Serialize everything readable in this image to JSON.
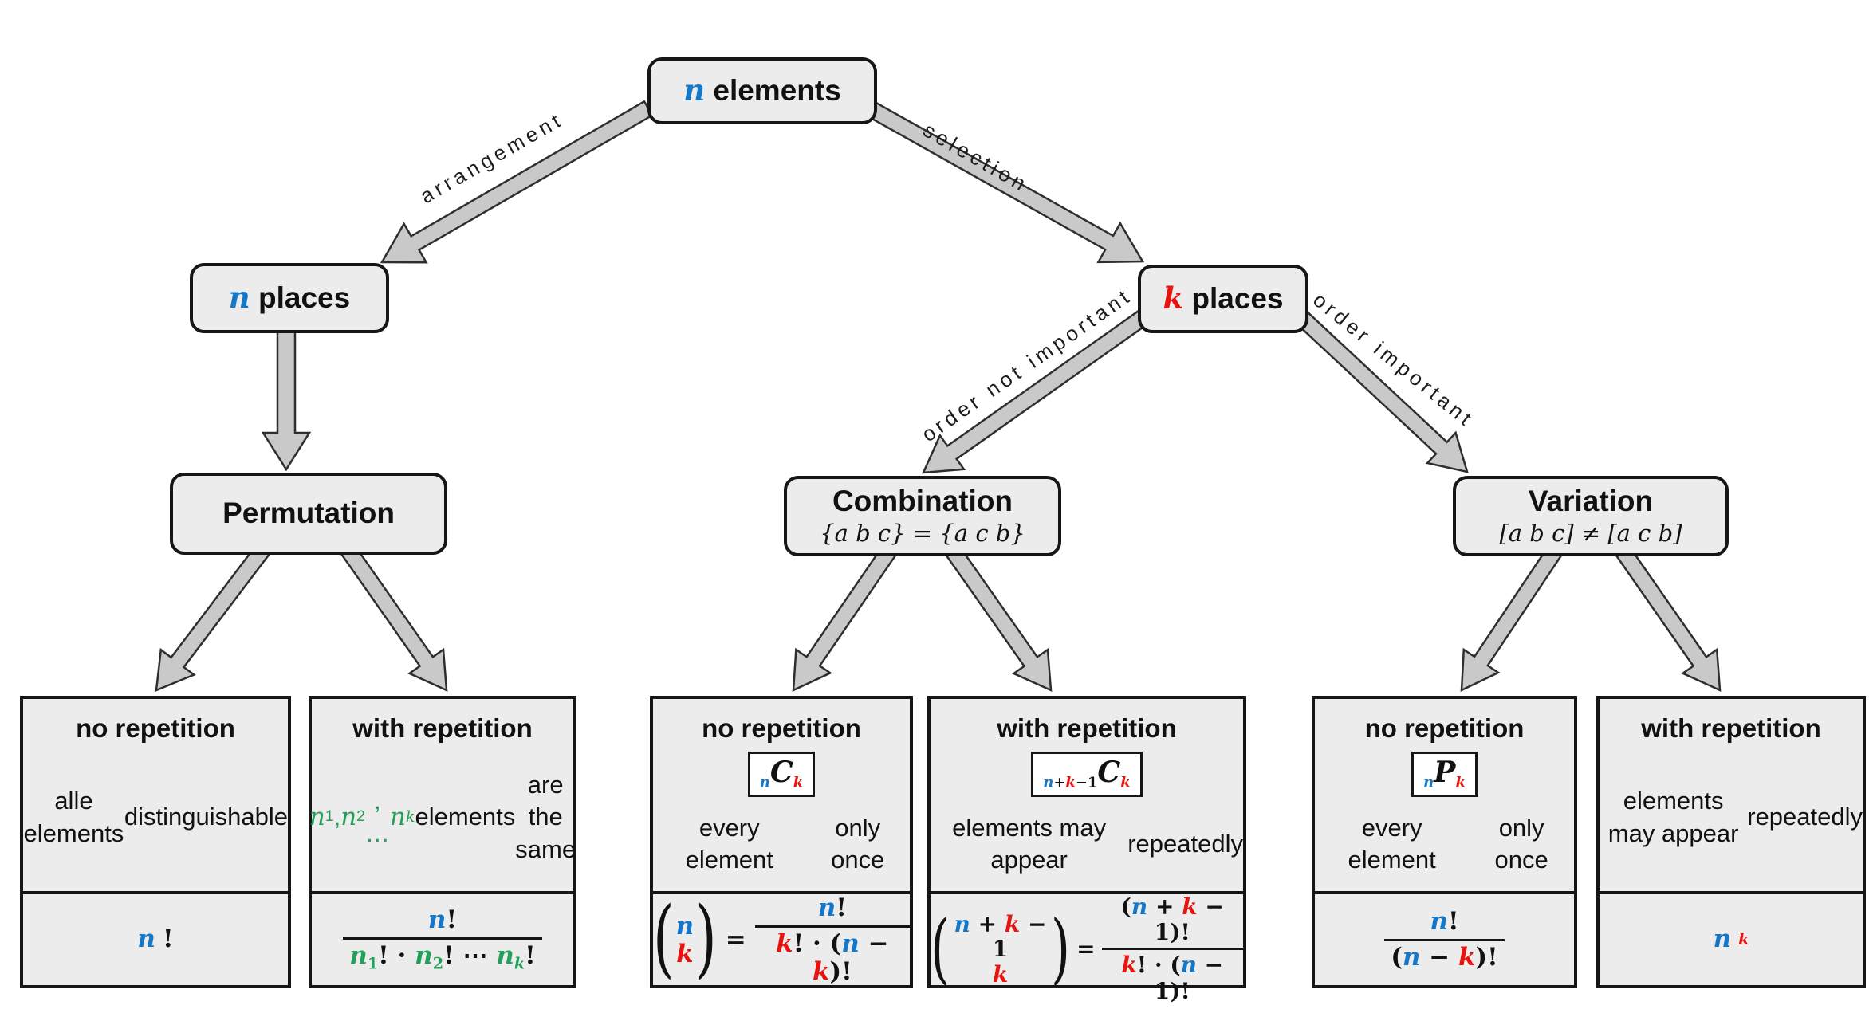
{
  "colors": {
    "blue": "#1577c8",
    "red": "#e8120f",
    "green": "#22a05a",
    "box_fill": "#ececec",
    "box_border": "#161616",
    "arrow_fill": "#c9c9c9",
    "arrow_outline": "#2e2e2e"
  },
  "glyphs": {
    "lp": "(",
    "rp": ")",
    "eq": "="
  },
  "nodes": {
    "root": {
      "title": [
        {
          "t": "n",
          "c": "blue",
          "it": true
        },
        {
          "t": " elements"
        }
      ]
    },
    "n_places": {
      "title": [
        {
          "t": "n",
          "c": "blue",
          "it": true
        },
        {
          "t": " places"
        }
      ]
    },
    "k_places": {
      "title": [
        {
          "t": "k",
          "c": "red",
          "it": true
        },
        {
          "t": " places"
        }
      ]
    },
    "permutation": {
      "title": [
        {
          "t": "Permutation"
        }
      ]
    },
    "combination": {
      "title": [
        {
          "t": "Combination"
        }
      ],
      "subtitle": "{a b c} = {a c b}"
    },
    "variation": {
      "title": [
        {
          "t": "Variation"
        }
      ],
      "subtitle": "[a b c] ≠ [a c b]"
    }
  },
  "edge_labels": {
    "arrangement": "arrangement",
    "selection": "selection",
    "order_not_important": "order not important",
    "order_important": "order important"
  },
  "leaves": [
    {
      "id": "permutation-no-repetition",
      "title": "no repetition",
      "desc": [
        {
          "t": "alle elements"
        },
        {
          "br": true
        },
        {
          "t": "distinguishable"
        }
      ],
      "formula": [
        {
          "t": "n",
          "c": "blue",
          "it": true
        },
        {
          "t": "!"
        }
      ]
    },
    {
      "id": "permutation-with-repetition",
      "title": "with repetition",
      "desc": [
        {
          "t": "n",
          "c": "green",
          "it": true
        },
        {
          "t": "1",
          "c": "green",
          "sub": true
        },
        {
          "t": ", ",
          "c": "green"
        },
        {
          "t": "n",
          "c": "green",
          "it": true
        },
        {
          "t": "2",
          "c": "green",
          "sub": true
        },
        {
          "t": ", … ",
          "c": "green"
        },
        {
          "t": "n",
          "c": "green",
          "it": true
        },
        {
          "t": "k",
          "c": "green",
          "sub": true,
          "it": true
        },
        {
          "t": " elements"
        },
        {
          "br": true
        },
        {
          "t": "are the same"
        }
      ],
      "frac": {
        "num": [
          {
            "t": "n",
            "c": "blue",
            "it": true
          },
          {
            "t": "!"
          }
        ],
        "den": [
          {
            "t": "n",
            "c": "green",
            "it": true
          },
          {
            "t": "1",
            "c": "green",
            "sub": true
          },
          {
            "t": "! · "
          },
          {
            "t": "n",
            "c": "green",
            "it": true
          },
          {
            "t": "2",
            "c": "green",
            "sub": true
          },
          {
            "t": "! ⋯ "
          },
          {
            "t": "n",
            "c": "green",
            "it": true
          },
          {
            "t": "k",
            "c": "green",
            "sub": true,
            "it": true
          },
          {
            "t": "!"
          }
        ]
      }
    },
    {
      "id": "combination-no-repetition",
      "title": "no repetition",
      "badge": [
        {
          "t": "n",
          "c": "blue",
          "sub": true,
          "it": true
        },
        {
          "t": "C",
          "it": true,
          "big": true
        },
        {
          "t": "k",
          "c": "red",
          "sub": true,
          "it": true
        }
      ],
      "desc": [
        {
          "t": "every element"
        },
        {
          "br": true
        },
        {
          "t": "only once"
        }
      ],
      "binom": {
        "top": [
          {
            "t": "n",
            "c": "blue",
            "it": true
          }
        ],
        "bot": [
          {
            "t": "k",
            "c": "red",
            "it": true
          }
        ]
      },
      "frac": {
        "num": [
          {
            "t": "n",
            "c": "blue",
            "it": true
          },
          {
            "t": "!"
          }
        ],
        "den": [
          {
            "t": "k",
            "c": "red",
            "it": true
          },
          {
            "t": "! · ("
          },
          {
            "t": "n",
            "c": "blue",
            "it": true
          },
          {
            "t": " − "
          },
          {
            "t": "k",
            "c": "red",
            "it": true
          },
          {
            "t": ")!"
          }
        ]
      }
    },
    {
      "id": "combination-with-repetition",
      "title": "with repetition",
      "badge": [
        {
          "t": "n",
          "c": "blue",
          "sub": true,
          "it": true
        },
        {
          "t": "+",
          "sub": true
        },
        {
          "t": "k",
          "c": "red",
          "sub": true,
          "it": true
        },
        {
          "t": "−1",
          "sub": true
        },
        {
          "t": "C",
          "it": true,
          "big": true
        },
        {
          "t": "k",
          "c": "red",
          "sub": true,
          "it": true
        }
      ],
      "desc": [
        {
          "t": "elements may appear"
        },
        {
          "br": true
        },
        {
          "t": "repeatedly"
        }
      ],
      "binom": {
        "top": [
          {
            "t": "n",
            "c": "blue",
            "it": true
          },
          {
            "t": " + "
          },
          {
            "t": "k",
            "c": "red",
            "it": true
          },
          {
            "t": " − 1"
          }
        ],
        "bot": [
          {
            "t": "k",
            "c": "red",
            "it": true
          }
        ]
      },
      "frac": {
        "num": [
          {
            "t": "("
          },
          {
            "t": "n",
            "c": "blue",
            "it": true
          },
          {
            "t": " + "
          },
          {
            "t": "k",
            "c": "red",
            "it": true
          },
          {
            "t": " − 1)!"
          }
        ],
        "den": [
          {
            "t": "k",
            "c": "red",
            "it": true
          },
          {
            "t": "! · ("
          },
          {
            "t": "n",
            "c": "blue",
            "it": true
          },
          {
            "t": " − 1)!"
          }
        ]
      }
    },
    {
      "id": "variation-no-repetition",
      "title": "no repetition",
      "badge": [
        {
          "t": "n",
          "c": "blue",
          "sub": true,
          "it": true
        },
        {
          "t": "P",
          "it": true,
          "big": true
        },
        {
          "t": "k",
          "c": "red",
          "sub": true,
          "it": true
        }
      ],
      "desc": [
        {
          "t": "every element"
        },
        {
          "br": true
        },
        {
          "t": "only once"
        }
      ],
      "frac": {
        "num": [
          {
            "t": "n",
            "c": "blue",
            "it": true
          },
          {
            "t": "!"
          }
        ],
        "den": [
          {
            "t": "("
          },
          {
            "t": "n",
            "c": "blue",
            "it": true
          },
          {
            "t": " − "
          },
          {
            "t": "k",
            "c": "red",
            "it": true
          },
          {
            "t": ")!"
          }
        ]
      }
    },
    {
      "id": "variation-with-repetition",
      "title": "with repetition",
      "desc": [
        {
          "t": "elements may appear"
        },
        {
          "br": true
        },
        {
          "t": "repeatedly"
        }
      ],
      "formula": [
        {
          "t": "n",
          "c": "blue",
          "it": true
        },
        {
          "t": "k",
          "c": "red",
          "sup": true,
          "it": true
        }
      ]
    }
  ]
}
